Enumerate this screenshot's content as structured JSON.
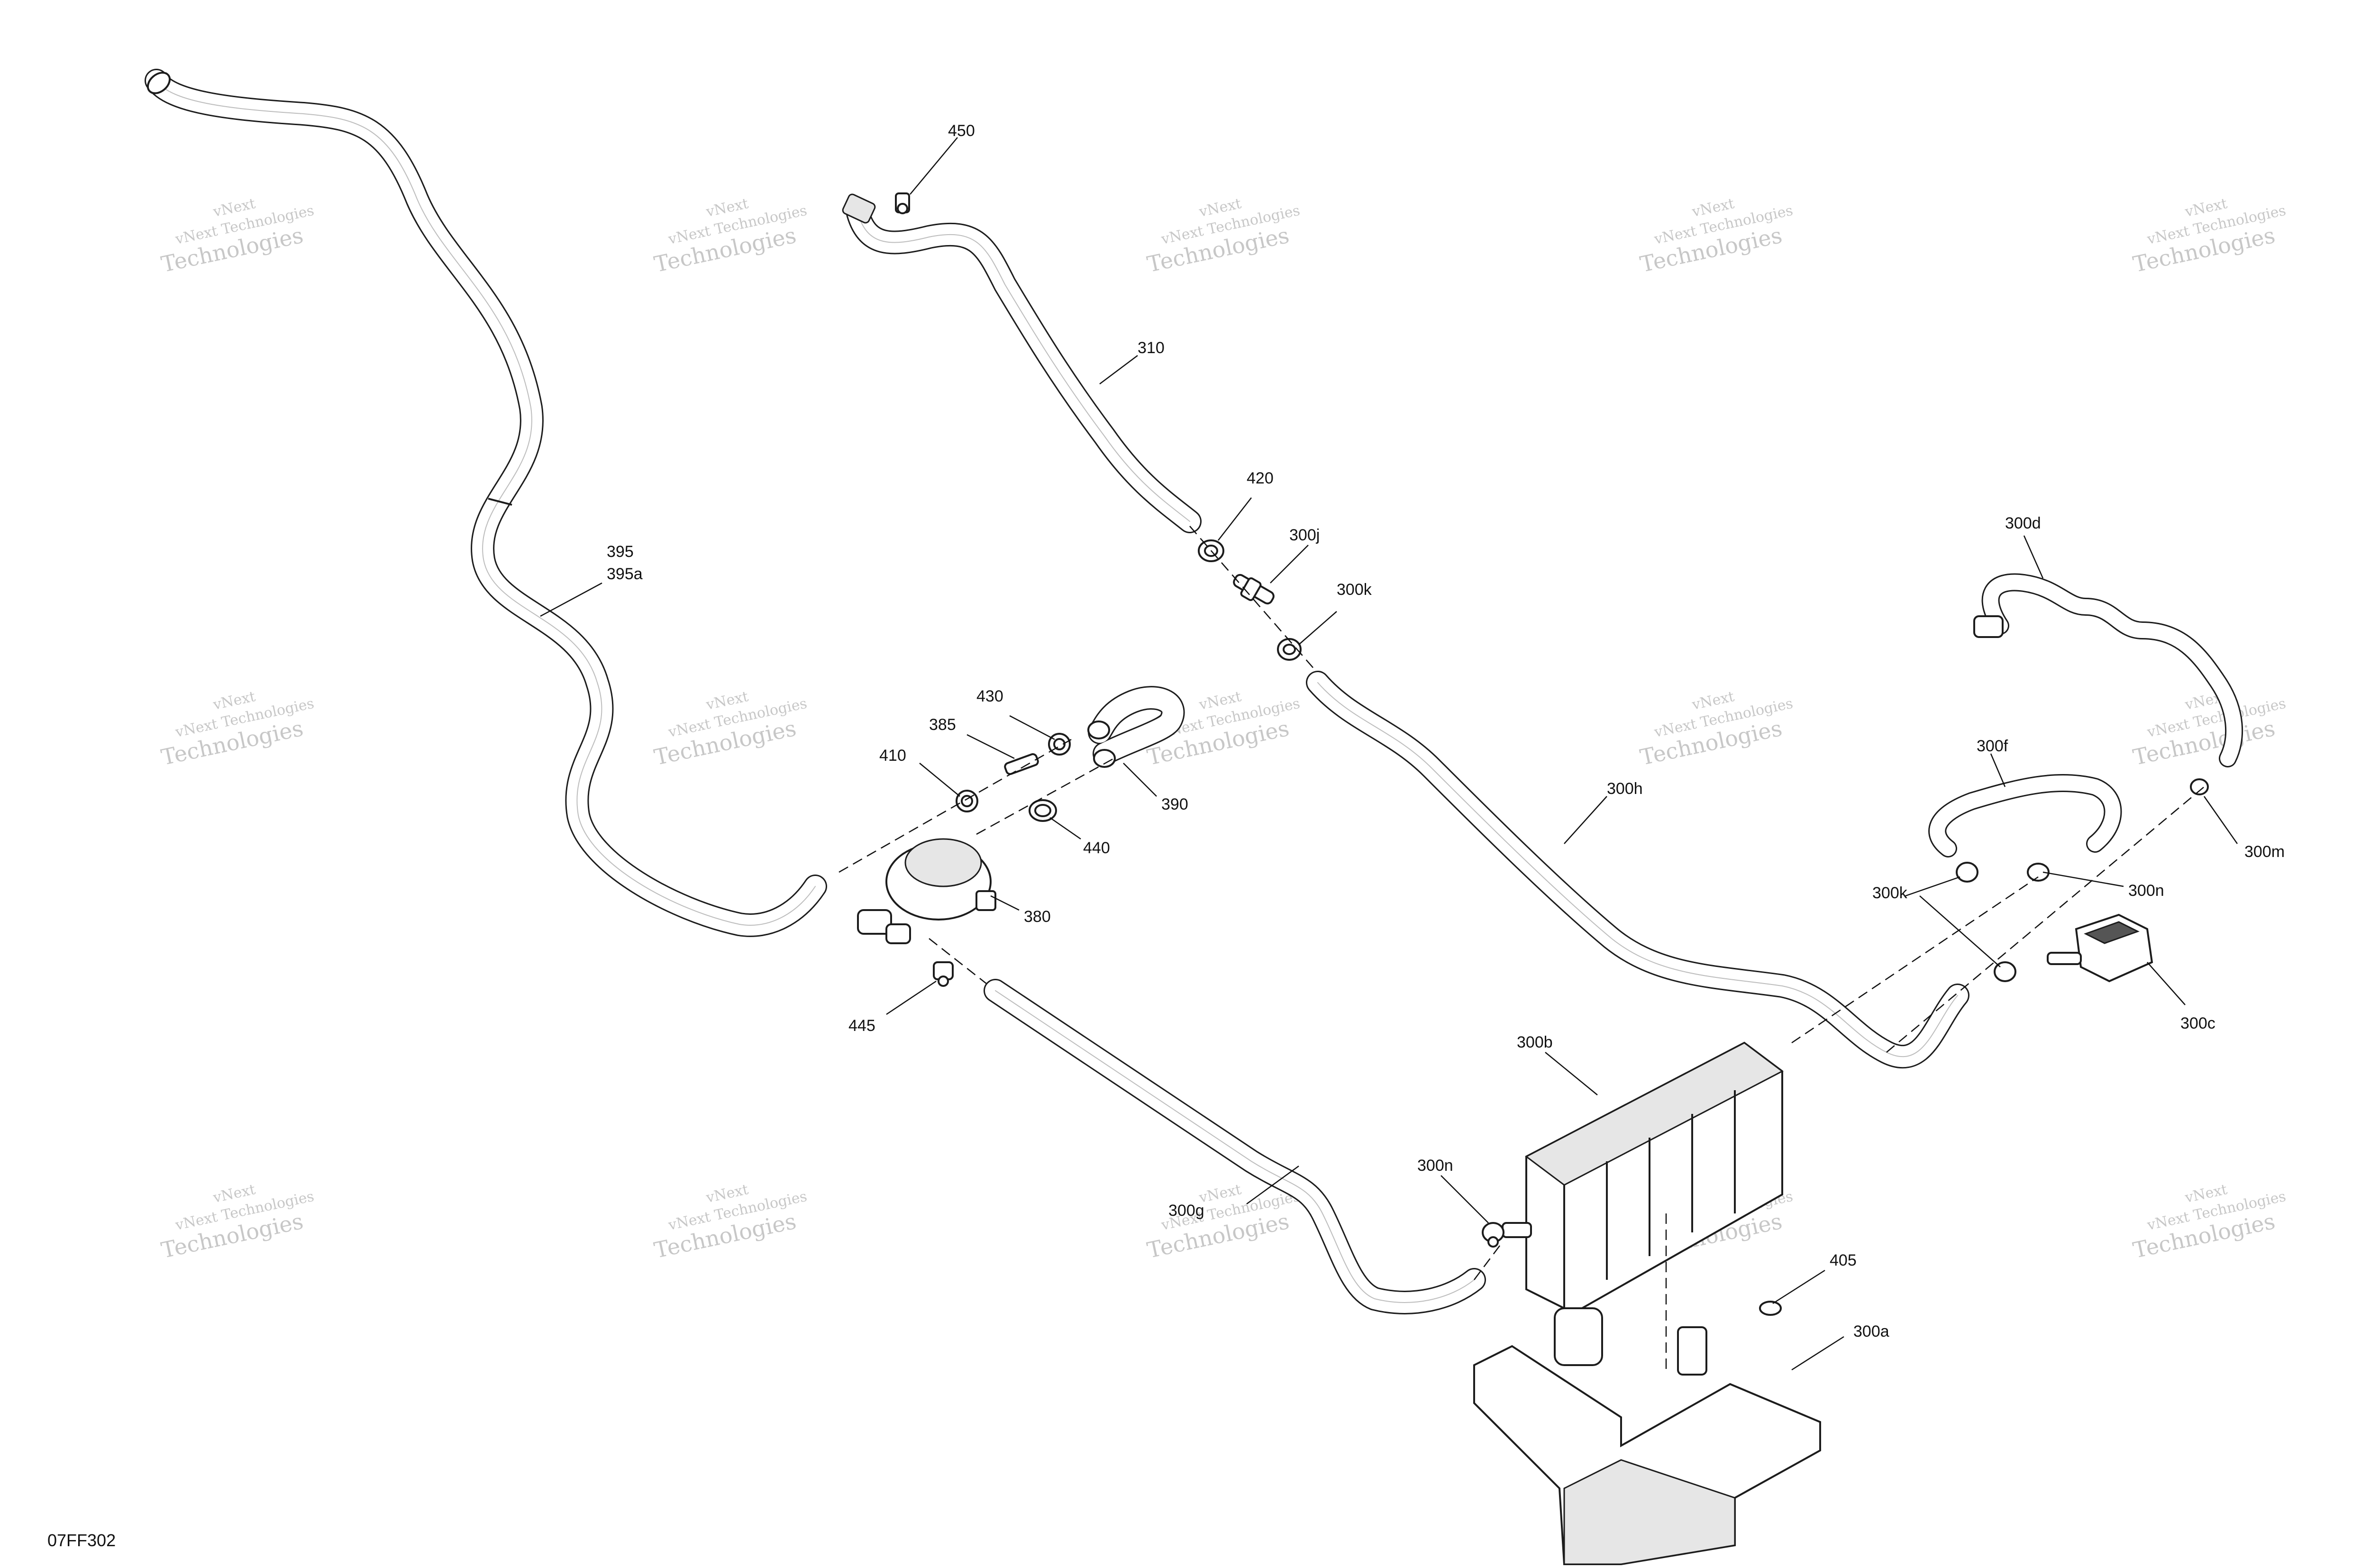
{
  "figure_code": "07FF302",
  "watermark": {
    "line1": "vNext",
    "line2": "vNext Technologies",
    "line3": "Technologies"
  },
  "callouts": [
    {
      "id": "450",
      "text": "450"
    },
    {
      "id": "310",
      "text": "310"
    },
    {
      "id": "420",
      "text": "420"
    },
    {
      "id": "300j",
      "text": "300j"
    },
    {
      "id": "300k-top",
      "text": "300k"
    },
    {
      "id": "395",
      "text": "395"
    },
    {
      "id": "395a",
      "text": "395a"
    },
    {
      "id": "430",
      "text": "430"
    },
    {
      "id": "385",
      "text": "385"
    },
    {
      "id": "410",
      "text": "410"
    },
    {
      "id": "390",
      "text": "390"
    },
    {
      "id": "440",
      "text": "440"
    },
    {
      "id": "380",
      "text": "380"
    },
    {
      "id": "445",
      "text": "445"
    },
    {
      "id": "300h",
      "text": "300h"
    },
    {
      "id": "300d",
      "text": "300d"
    },
    {
      "id": "300f",
      "text": "300f"
    },
    {
      "id": "300m",
      "text": "300m"
    },
    {
      "id": "300k-right",
      "text": "300k"
    },
    {
      "id": "300n-right",
      "text": "300n"
    },
    {
      "id": "300c",
      "text": "300c"
    },
    {
      "id": "300b",
      "text": "300b"
    },
    {
      "id": "300g",
      "text": "300g"
    },
    {
      "id": "300n-lower",
      "text": "300n"
    },
    {
      "id": "405",
      "text": "405"
    },
    {
      "id": "300a",
      "text": "300a"
    }
  ]
}
